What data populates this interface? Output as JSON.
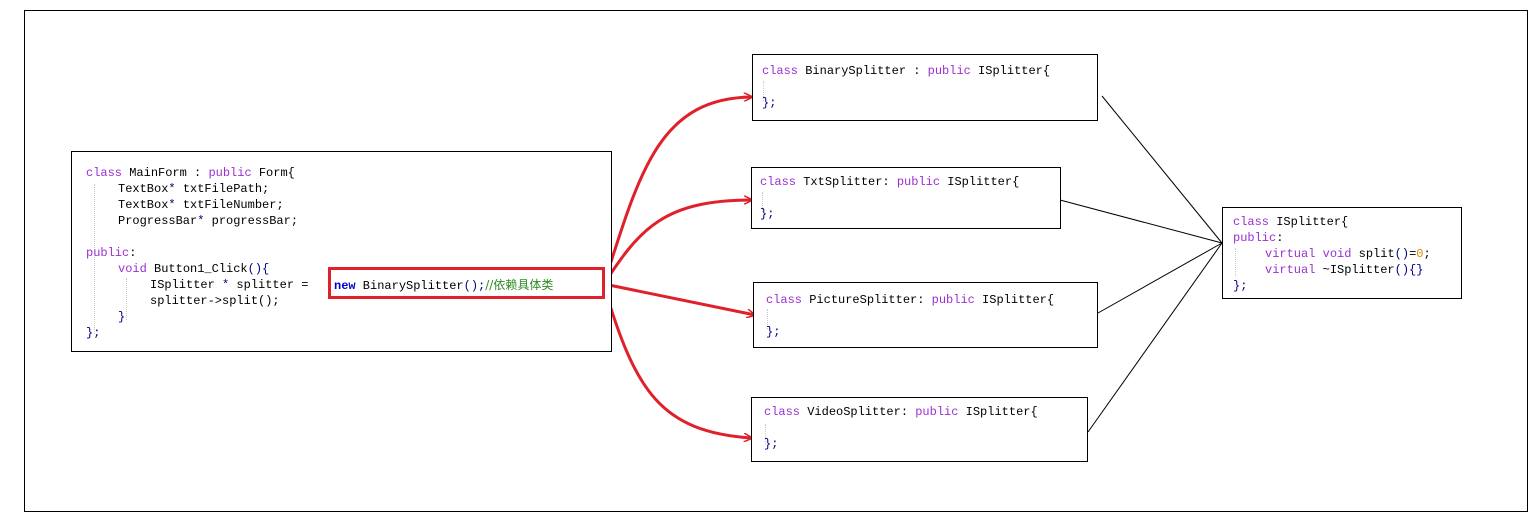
{
  "colors": {
    "keyword": "#9b30d0",
    "keyword_new": "#0000cc",
    "comment": "#2e8b22",
    "number": "#e08a00",
    "arrow": "#e0202a",
    "border": "#000000"
  },
  "main_form": {
    "l1_kw": "class",
    "l1_name": " MainForm : ",
    "l1_kw2": "public",
    "l1_base": " Form{",
    "l2_type": "TextBox",
    "l2_rest": " txtFilePath;",
    "l3_type": "TextBox",
    "l3_rest": " txtFileNumber;",
    "l4_type": "ProgressBar",
    "l4_rest": " progressBar;",
    "star": "*",
    "l6_kw": "public",
    "l6_colon": ":",
    "l7_kw": "void",
    "l7_rest": " Button1_Click",
    "l7_parens": "(){",
    "l8_a": "ISplitter ",
    "l8_star": "*",
    "l8_b": " splitter =",
    "l8_new": "new",
    "l8_c": " BinarySplitter",
    "l8_paren": "();",
    "l8_comment": "//依赖具体类",
    "l9": "splitter->split();",
    "l10": "}",
    "l11": "};"
  },
  "binary": {
    "kw": "class",
    "name": " BinarySplitter : ",
    "kw2": "public",
    "base": " ISplitter{",
    "end": "};"
  },
  "txt": {
    "kw": "class",
    "name": " TxtSplitter: ",
    "kw2": "public",
    "base": " ISplitter{",
    "end": "};"
  },
  "picture": {
    "kw": "class",
    "name": " PictureSplitter: ",
    "kw2": "public",
    "base": " ISplitter{",
    "end": "};"
  },
  "video": {
    "kw": "class",
    "name": " VideoSplitter: ",
    "kw2": "public",
    "base": " ISplitter{",
    "end": "};"
  },
  "isplitter": {
    "kw": "class",
    "name": " ISplitter{",
    "public_kw": "public",
    "public_colon": ":",
    "l3_kw": "virtual",
    "l3_kw2": "void",
    "l3_name": " split",
    "l3_paren": "()",
    "l3_eq": "=",
    "l3_zero": "0",
    "l3_semi": ";",
    "l4_kw": "virtual",
    "l4_name": " ~ISplitter",
    "l4_paren": "(){}",
    "end": "};"
  }
}
